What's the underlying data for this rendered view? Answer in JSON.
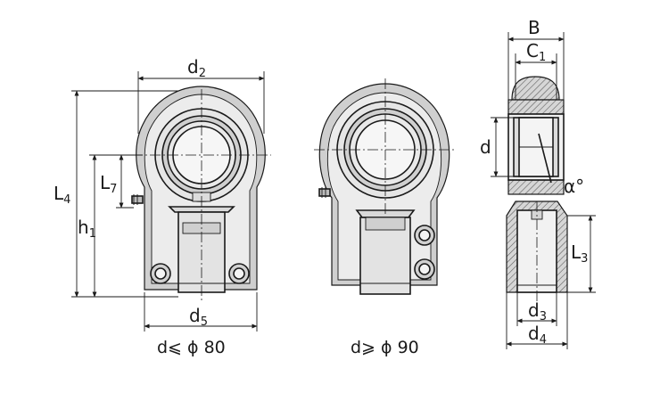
{
  "labels": {
    "d2": {
      "main": "d",
      "sub": "2"
    },
    "l4": {
      "main": "L",
      "sub": "4"
    },
    "l7": {
      "main": "L",
      "sub": "7"
    },
    "h1": {
      "main": "h",
      "sub": "1"
    },
    "d5": {
      "main": "d",
      "sub": "5"
    },
    "b": "B",
    "c1": {
      "main": "C",
      "sub": "1"
    },
    "d": "d",
    "alpha": "α°",
    "l3": {
      "main": "L",
      "sub": "3"
    },
    "d3": {
      "main": "d",
      "sub": "3"
    },
    "d4": {
      "main": "d",
      "sub": "4"
    }
  },
  "captions": {
    "left": "d⩽ ϕ 80",
    "right": "d⩾ ϕ 90"
  }
}
